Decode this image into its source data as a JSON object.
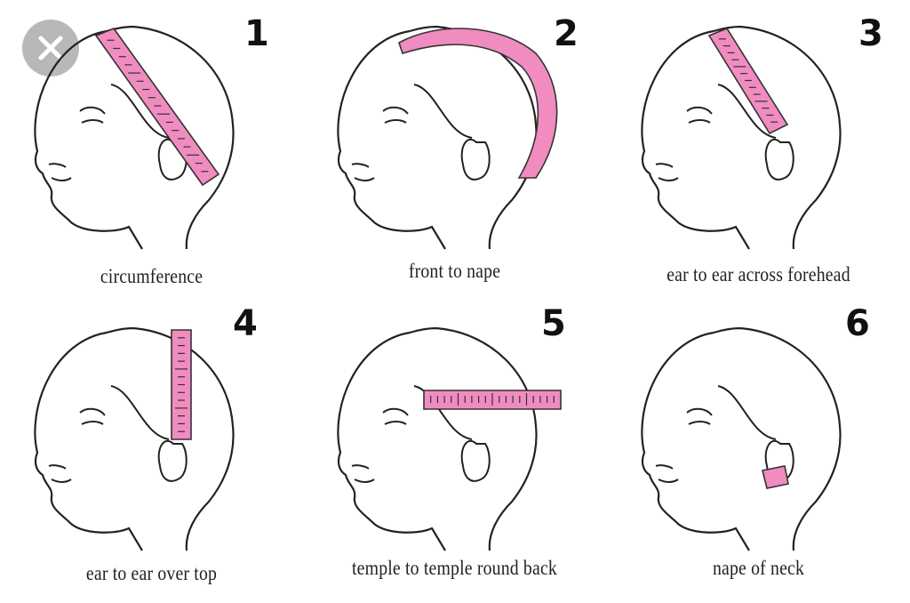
{
  "close_button": {
    "icon": "close-icon"
  },
  "tape_color": "#f08cc0",
  "panels": [
    {
      "number": "1",
      "caption": "circumference"
    },
    {
      "number": "2",
      "caption": "front to nape"
    },
    {
      "number": "3",
      "caption": "ear to ear across forehead"
    },
    {
      "number": "4",
      "caption": "ear to ear over top"
    },
    {
      "number": "5",
      "caption": "temple to temple round back"
    },
    {
      "number": "6",
      "caption": "nape of neck"
    }
  ]
}
